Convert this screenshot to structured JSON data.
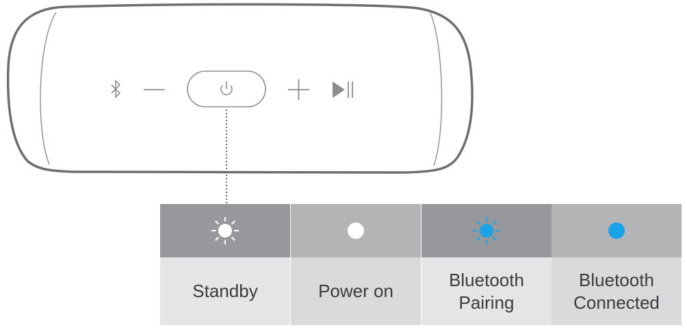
{
  "speaker": {
    "buttons": [
      {
        "name": "bluetooth-icon"
      },
      {
        "name": "minus-icon"
      },
      {
        "name": "power-icon"
      },
      {
        "name": "plus-icon"
      },
      {
        "name": "play-pause-icon"
      }
    ]
  },
  "colors": {
    "white": "#ffffff",
    "blue": "#1aa3e8",
    "outline": "#6d6e71"
  },
  "states": [
    {
      "label": "Standby",
      "icon": "light-rays-icon",
      "color": "#ffffff",
      "blinking": true
    },
    {
      "label": "Power on",
      "icon": "dot-icon",
      "color": "#ffffff",
      "blinking": false
    },
    {
      "label": "Bluetooth\nPairing",
      "icon": "light-rays-icon",
      "color": "#1aa3e8",
      "blinking": true
    },
    {
      "label": "Bluetooth\nConnected",
      "icon": "dot-icon",
      "color": "#1aa3e8",
      "blinking": false
    }
  ]
}
